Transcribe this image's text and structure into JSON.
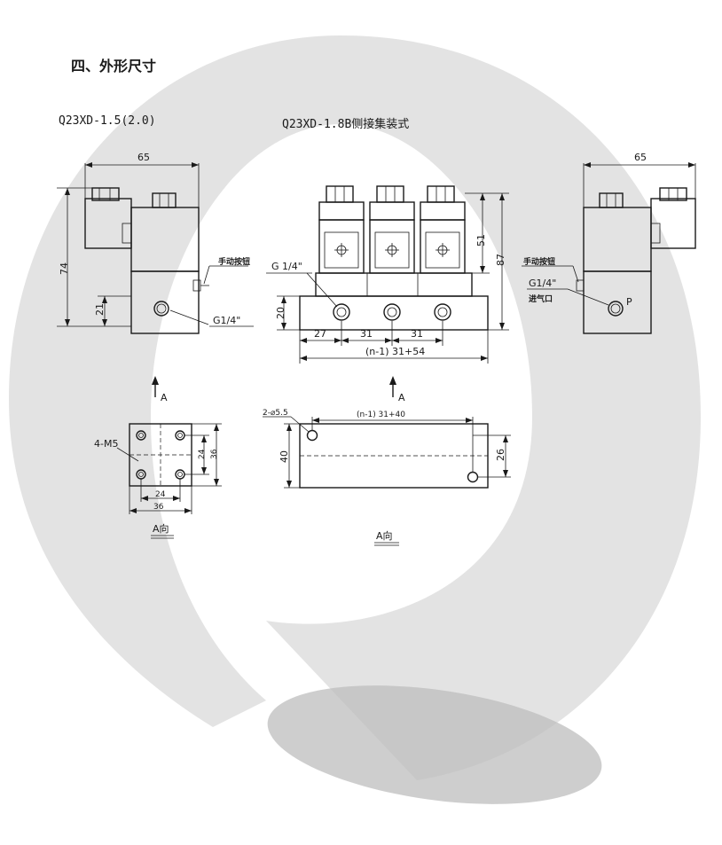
{
  "section_title": "四、外形尺寸",
  "model_left": "Q23XD-1.5(2.0)",
  "model_center": "Q23XD-1.8B侧接集装式",
  "dims": {
    "left_width": "65",
    "left_height": "74",
    "left_base": "21",
    "center_h51": "51",
    "center_h87": "87",
    "center_h20": "20",
    "center_w27": "27",
    "center_w31a": "31",
    "center_w31b": "31",
    "center_total": "(n-1) 31+54",
    "right_width": "65",
    "a_view_24v": "24",
    "a_view_36v": "36",
    "a_view_24h": "24",
    "a_view_36h": "36",
    "plate_len": "(n-1) 31+40",
    "plate_h40": "40",
    "plate_h26": "26"
  },
  "labels": {
    "manual_button_left": "手动按钮",
    "port_left": "G1/4\"",
    "port_center": "G 1/4\"",
    "manual_button_right": "手动按钮",
    "port_right": "G1/4\"",
    "inlet_right": "进气口",
    "p_mark": "P",
    "arrow_a_left": "A",
    "arrow_a_center": "A",
    "m5_holes": "4-M5",
    "plate_holes": "2-⌀5.5",
    "a_view_left": "A向",
    "a_view_center": "A向"
  }
}
